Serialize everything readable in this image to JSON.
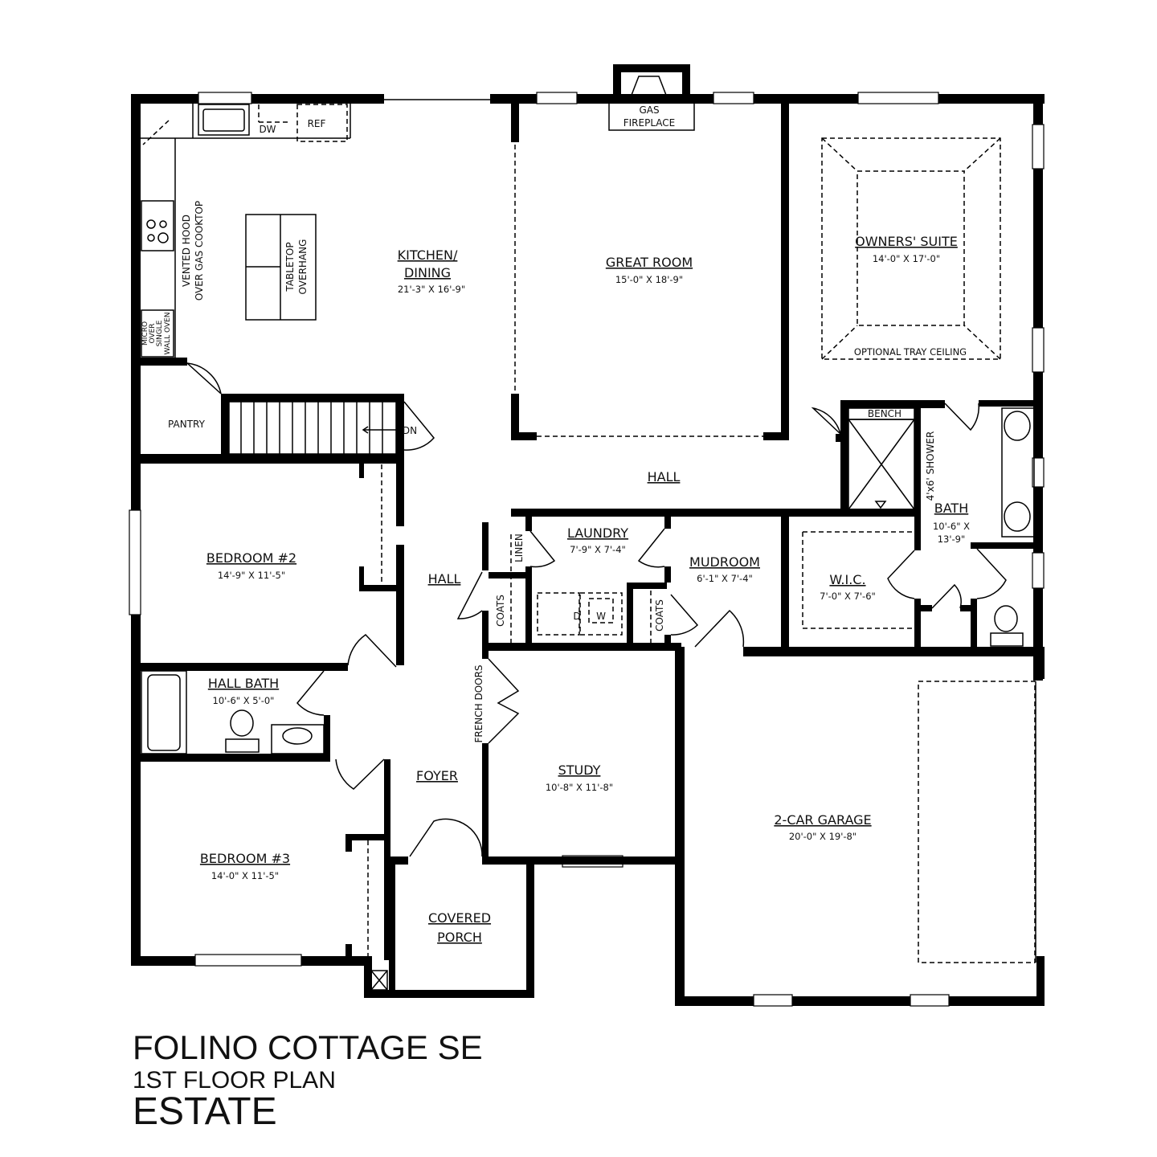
{
  "plan": {
    "name": "FOLINO COTTAGE SE",
    "subtitle": "1ST FLOOR PLAN",
    "edition": "ESTATE"
  },
  "rooms": {
    "kitchen": {
      "label_line1": "KITCHEN/",
      "label_line2": "DINING",
      "dims": "21'-3\" X 16'-9\""
    },
    "great_room": {
      "label": "GREAT ROOM",
      "dims": "15'-0\" X 18'-9\""
    },
    "owners_suite": {
      "label": "OWNERS' SUITE",
      "dims": "14'-0\" X 17'-0\"",
      "note": "OPTIONAL TRAY CEILING"
    },
    "bedroom2": {
      "label": "BEDROOM #2",
      "dims": "14'-9\" X 11'-5\""
    },
    "hall_bath": {
      "label": "HALL BATH",
      "dims": "10'-6\" X 5'-0\""
    },
    "bedroom3": {
      "label": "BEDROOM #3",
      "dims": "14'-0\" X 11'-5\""
    },
    "hall_main": {
      "label": "HALL"
    },
    "hall_side": {
      "label": "HALL"
    },
    "foyer": {
      "label": "FOYER"
    },
    "covered_porch": {
      "label_line1": "COVERED",
      "label_line2": "PORCH"
    },
    "laundry": {
      "label": "LAUNDRY",
      "dims": "7'-9\" X 7'-4\""
    },
    "mudroom": {
      "label": "MUDROOM",
      "dims": "6'-1\" X 7'-4\""
    },
    "wic": {
      "label": "W.I.C.",
      "dims": "7'-0\" X 7'-6\""
    },
    "bath": {
      "label": "BATH",
      "dims_line1": "10'-6\" X",
      "dims_line2": "13'-9\""
    },
    "study": {
      "label": "STUDY",
      "dims": "10'-8\" X 11'-8\""
    },
    "garage": {
      "label": "2-CAR GARAGE",
      "dims": "20'-0\" X 19'-8\""
    },
    "pantry": {
      "label": "PANTRY"
    }
  },
  "fixtures": {
    "dw": "DW",
    "ref": "REF",
    "hood_line1": "VENTED HOOD",
    "hood_line2": "OVER GAS COOKTOP",
    "island_line1": "TABLETOP",
    "island_line2": "OVERHANG",
    "oven_line1": "MICRO",
    "oven_line2": "OVER",
    "oven_line3": "SINGLE",
    "oven_line4": "WALL OVEN",
    "fireplace_line1": "GAS",
    "fireplace_line2": "FIREPLACE",
    "stairs": "DN",
    "bench": "BENCH",
    "shower": "4'x6' SHOWER",
    "linen": "LINEN",
    "coats_hall": "COATS",
    "coats_mud": "COATS",
    "dryer": "D",
    "washer": "W",
    "french_doors": "FRENCH DOORS"
  }
}
